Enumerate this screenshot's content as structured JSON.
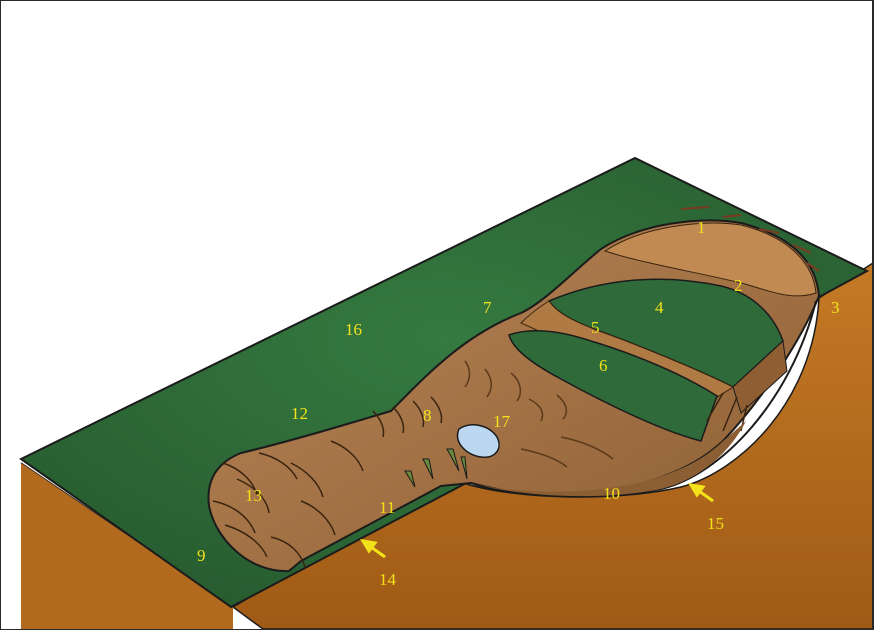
{
  "diagram": {
    "colors": {
      "grass": "#2f6b3a",
      "soil_face": "#b26a1e",
      "landslide_body": "#9a6a3a",
      "label": "#f2e21a",
      "pond": "#bcd8f0",
      "outline": "#1b1b1b"
    },
    "labels": {
      "l1": "1",
      "l2": "2",
      "l3": "3",
      "l4": "4",
      "l5": "5",
      "l6": "6",
      "l7": "7",
      "l8": "8",
      "l9": "9",
      "l10": "10",
      "l11": "11",
      "l12": "12",
      "l13": "13",
      "l14": "14",
      "l15": "15",
      "l16": "16",
      "l17": "17"
    }
  }
}
